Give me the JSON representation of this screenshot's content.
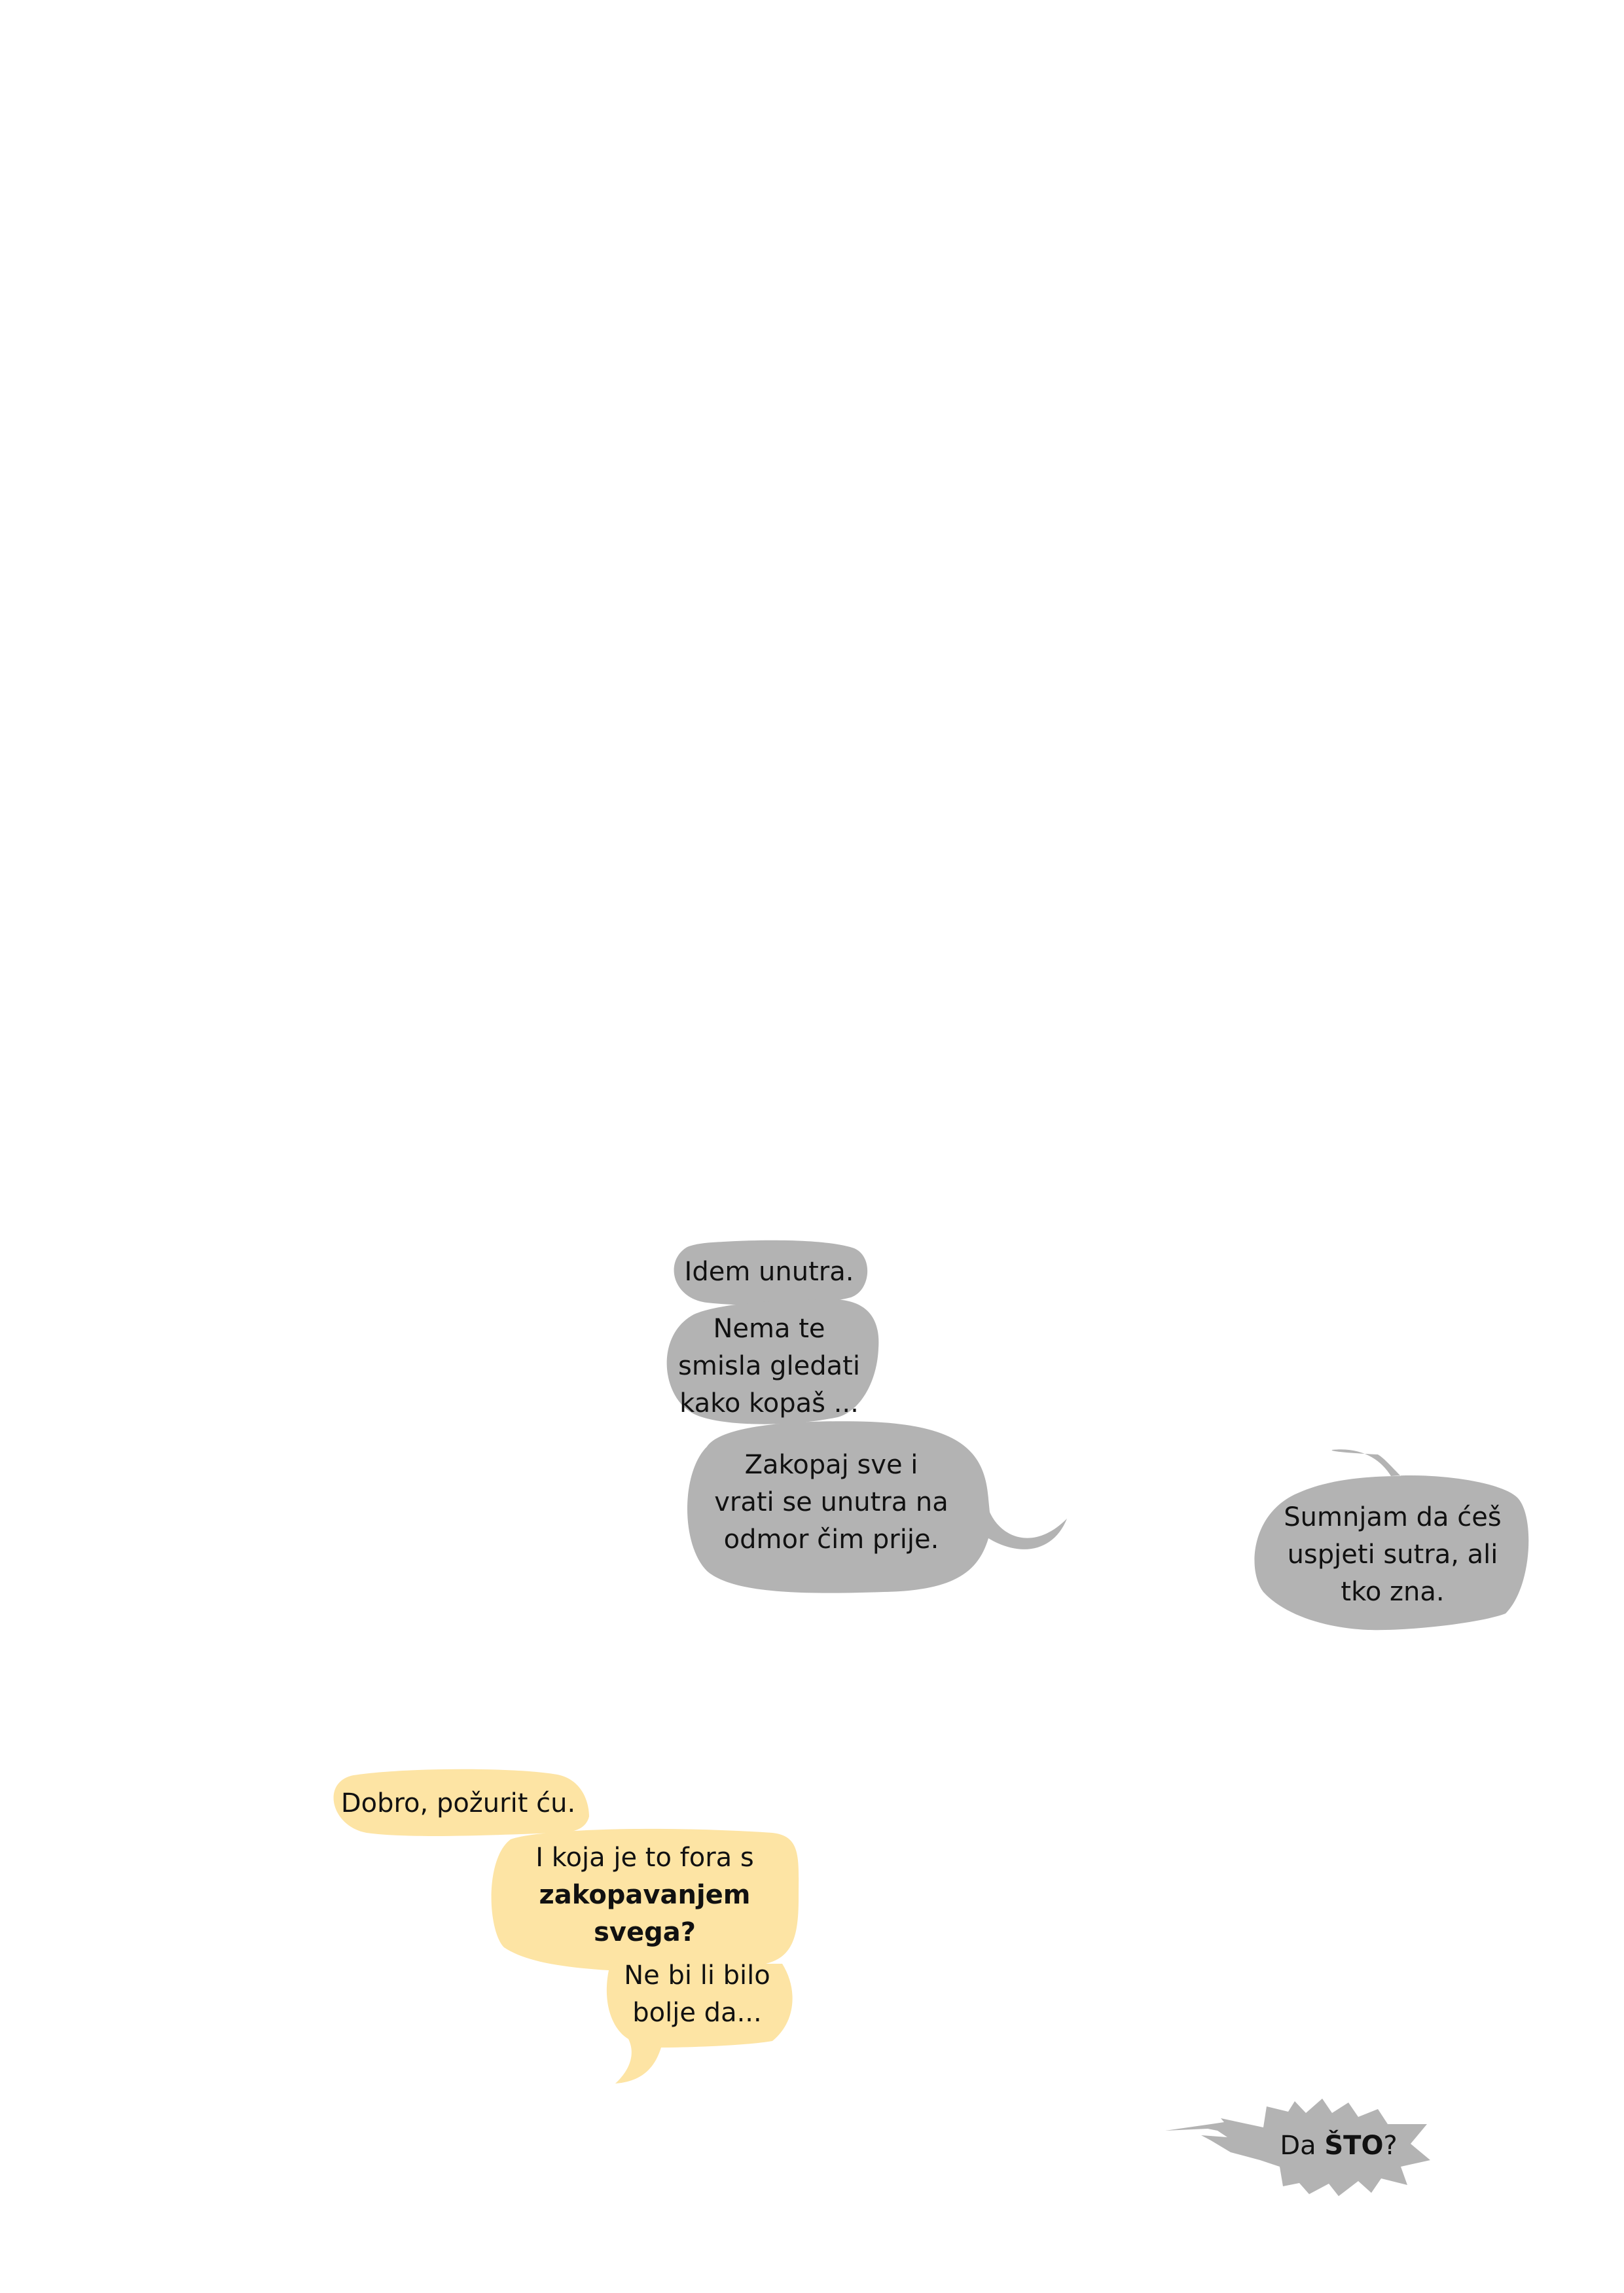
{
  "colors": {
    "grey_bubble": "#b3b3b3",
    "yellow_bubble": "#fde4a4",
    "text": "#111111",
    "background": "#ffffff"
  },
  "bubbles": {
    "idem": {
      "line1": "Idem unutra."
    },
    "nema": {
      "line1": "Nema te",
      "line2": "smisla gledati",
      "line3": "kako kopaš ..."
    },
    "zakopaj": {
      "line1": "Zakopaj sve i",
      "line2": "vrati se unutra na",
      "line3": "odmor čim prije."
    },
    "sumnjam": {
      "line1": "Sumnjam da ćeš",
      "line2": "uspjeti sutra, ali",
      "line3": "tko zna."
    },
    "dobro": {
      "line1": "Dobro, požurit ću."
    },
    "koja": {
      "line1": "I koja je to fora s",
      "line2": "zakopavanjem",
      "line3": "svega?"
    },
    "ne_bi": {
      "line1": "Ne bi li bilo",
      "line2": "bolje da..."
    },
    "da_sto": {
      "part1": "Da ",
      "part2": "ŠTO",
      "part3": "?"
    }
  }
}
